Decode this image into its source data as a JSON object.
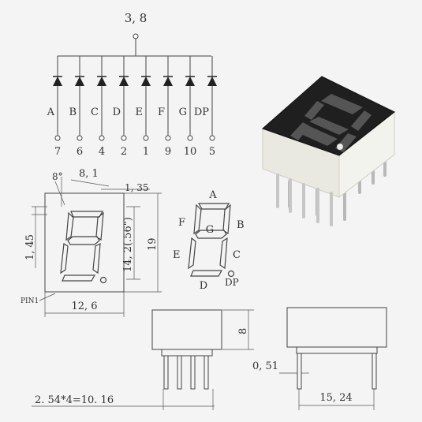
{
  "common_pin": "3, 8",
  "segments": [
    {
      "letter": "A",
      "pin": "7"
    },
    {
      "letter": "B",
      "pin": "6"
    },
    {
      "letter": "C",
      "pin": "4"
    },
    {
      "letter": "D",
      "pin": "2"
    },
    {
      "letter": "E",
      "pin": "1"
    },
    {
      "letter": "F",
      "pin": "9"
    },
    {
      "letter": "G",
      "pin": "10"
    },
    {
      "letter": "DP",
      "pin": "5"
    }
  ],
  "front_view": {
    "tilt": "8°",
    "top_width": "8, 1",
    "digit_offset": "1, 35",
    "left_dim": "1, 45",
    "digit_height": "14, 2(.56\")",
    "height": "19",
    "width": "12, 6",
    "pin1_label": "PIN1"
  },
  "segment_map": {
    "a": "A",
    "b": "B",
    "c": "C",
    "d": "D",
    "e": "E",
    "f": "F",
    "g": "G",
    "dp": "DP"
  },
  "side_view": {
    "body_height": "8",
    "pin_pitch": "2. 54*4=10. 16",
    "pin_width": "0, 51",
    "row_spacing": "15, 24"
  },
  "colors": {
    "line": "#444444",
    "body": "#1c1c1c",
    "segment_off": "#4a4a4a",
    "pins": "#c8c8c8",
    "housing": "#efefe8"
  }
}
